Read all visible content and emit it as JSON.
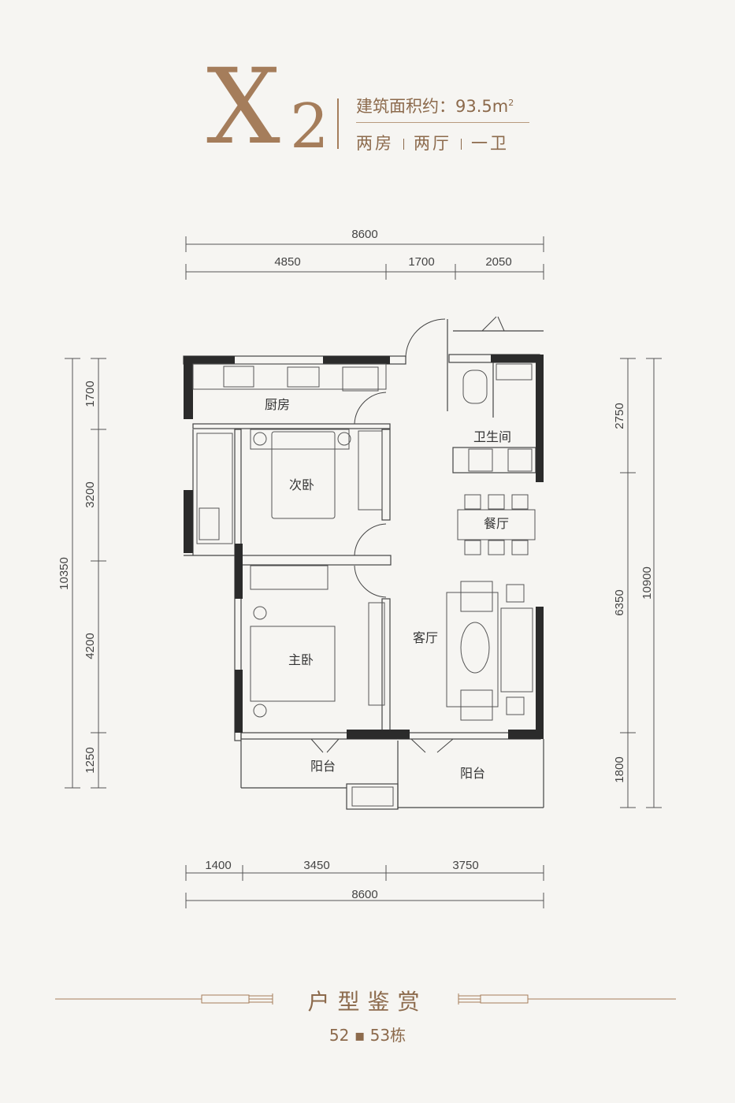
{
  "header": {
    "type_letter": "X",
    "type_number": "2",
    "area_label": "建筑面积约：93.5m",
    "area_unit_sup": "2",
    "layout": [
      "两房",
      "两厅",
      "一卫"
    ]
  },
  "rooms": {
    "kitchen": "厨房",
    "bedroom2": "次卧",
    "bathroom": "卫生间",
    "dining": "餐厅",
    "living": "客厅",
    "master": "主卧",
    "balcony1": "阳台",
    "balcony2": "阳台"
  },
  "dimensions": {
    "top_total": "8600",
    "top_segments": [
      "4850",
      "1700",
      "2050"
    ],
    "bottom_segments": [
      "1400",
      "3450",
      "3750"
    ],
    "bottom_total": "8600",
    "left_total": "10350",
    "left_segments": [
      "1700",
      "3200",
      "4200",
      "1250"
    ],
    "right_total": "10900",
    "right_segments": [
      "2750",
      "6350",
      "1800"
    ]
  },
  "footer": {
    "title": "户型鉴赏",
    "buildings": "52 ▪ 53栋"
  },
  "colors": {
    "accent": "#a57d5b",
    "wall": "#2b2b2b",
    "background": "#f6f5f2"
  }
}
